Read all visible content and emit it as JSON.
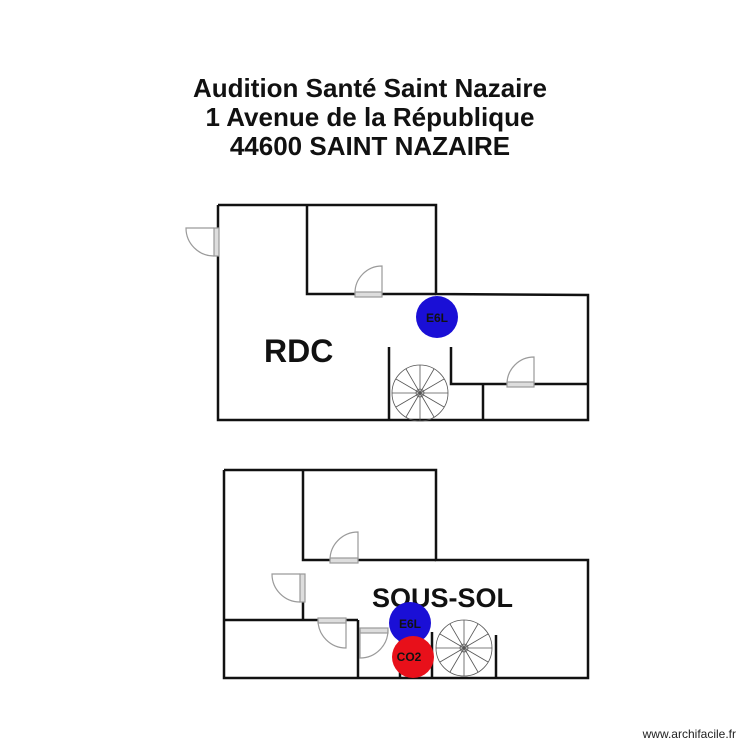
{
  "header": {
    "line1": "Audition Santé Saint Nazaire",
    "line2": "1 Avenue de la République",
    "line3": "44600 SAINT NAZAIRE"
  },
  "floors": {
    "rdc": {
      "label": "RDC"
    },
    "sous_sol": {
      "label": "SOUS-SOL"
    }
  },
  "markers": {
    "rdc_extinguisher": {
      "label": "E6L",
      "color": "#1a0fd6"
    },
    "ss_extinguisher": {
      "label": "E6L",
      "color": "#1a0fd6"
    },
    "ss_co2": {
      "label": "CO2",
      "color": "#e8101a"
    }
  },
  "colors": {
    "wall": "#111111",
    "door": "#9a9a9a"
  },
  "footer": {
    "watermark": "www.archifacile.fr"
  }
}
